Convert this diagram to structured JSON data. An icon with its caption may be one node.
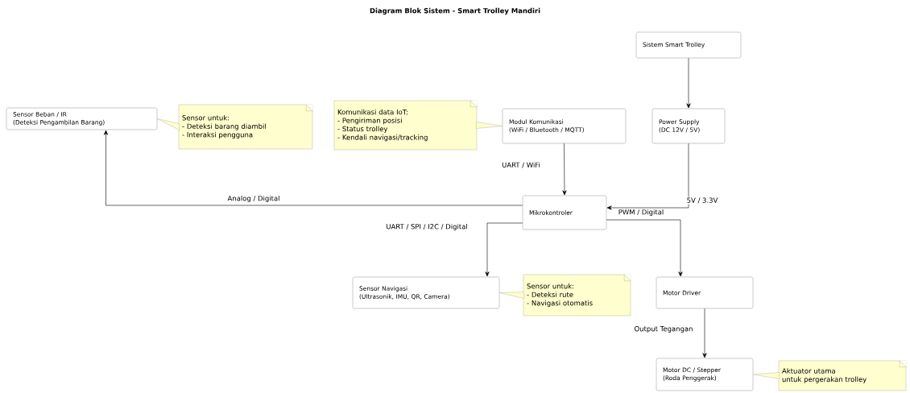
{
  "diagram": {
    "title": "Diagram Blok Sistem - Smart Trolley Mandiri",
    "nodes": [
      {
        "text": [
          "Sistem Smart Trolley"
        ]
      },
      {
        "text": [
          "Sensor Beban / IR",
          "(Deteksi Pengambilan Barang)"
        ]
      },
      {
        "text": [
          "Sensor untuk:",
          "- Deteksi barang diambil",
          "- Interaksi pengguna"
        ]
      },
      {
        "text": [
          "Komunikasi data IoT:",
          "- Pengiriman posisi",
          "- Status trolley",
          "- Kendali navigasi/tracking"
        ]
      },
      {
        "text": [
          "Modul Komunikasi",
          "(WiFi / Bluetooth / MQTT)"
        ]
      },
      {
        "text": [
          "Power Supply",
          "(DC 12V / 5V)"
        ]
      },
      {
        "text": [
          "Mikrokontroler"
        ]
      },
      {
        "text": [
          "Sensor Navigasi",
          "(Ultrasonik, IMU, QR, Camera)"
        ]
      },
      {
        "text": [
          "Sensor untuk:",
          "- Deteksi rute",
          "- Navigasi otomatis"
        ]
      },
      {
        "text": [
          "Motor Driver"
        ]
      },
      {
        "text": [
          "Motor DC / Stepper",
          "(Roda Penggerak)"
        ]
      },
      {
        "text": [
          "Aktuator utama",
          "untuk pergerakan trolley"
        ]
      }
    ],
    "edges": [
      {
        "from": 0,
        "to": 5,
        "arrow": "to"
      },
      {
        "from": 5,
        "to": 6,
        "arrow": "to",
        "label": "5V / 3.3V"
      },
      {
        "from": 4,
        "to": 6,
        "arrow": "to",
        "label": "UART / WiFi"
      },
      {
        "from": 6,
        "to": 1,
        "arrow": "to",
        "label": "Analog / Digital"
      },
      {
        "from": 6,
        "to": 7,
        "arrow": "to",
        "label": "UART / SPI / I2C / Digital"
      },
      {
        "from": 6,
        "to": 9,
        "arrow": "to",
        "label": "PWM / Digital"
      },
      {
        "from": 9,
        "to": 10,
        "arrow": "to",
        "label": "Output Tegangan"
      },
      {
        "from": 2,
        "to": 1,
        "arrow": "none"
      },
      {
        "from": 3,
        "to": 4,
        "arrow": "none"
      },
      {
        "from": 8,
        "to": 7,
        "arrow": "none"
      },
      {
        "from": 11,
        "to": 10,
        "arrow": "none"
      }
    ]
  }
}
